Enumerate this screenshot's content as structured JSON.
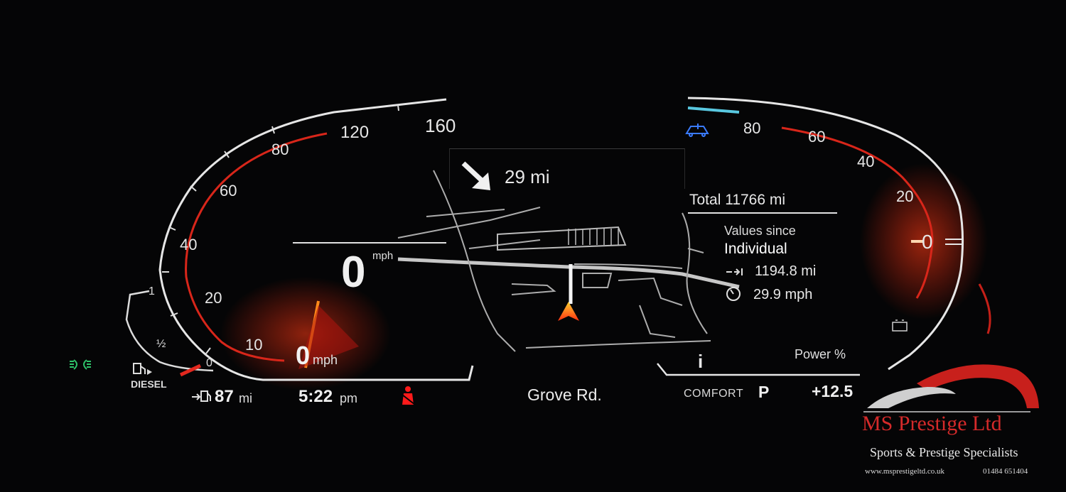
{
  "speedometer": {
    "tick_labels": [
      "10",
      "20",
      "40",
      "60",
      "80",
      "120",
      "160"
    ],
    "digital_speed": "0",
    "digital_speed_unit": "mph",
    "needle_speed": "0",
    "needle_speed_unit": "mph"
  },
  "navigation": {
    "turn_icon": "arrow-down-right-icon",
    "distance": "29 mi",
    "street": "Grove Rd."
  },
  "trip_computer": {
    "total": "Total 11766 mi",
    "values_since": "Values since",
    "mode": "Individual",
    "trip_distance": "1194.8 mi",
    "average_speed": "29.9 mph"
  },
  "power_gauge": {
    "tick_labels": [
      "80",
      "60",
      "40",
      "20",
      "0"
    ],
    "label": "Power %",
    "value": "+12.5"
  },
  "fuel_gauge": {
    "full": "1",
    "half": "½",
    "empty": "0",
    "fuel_type": "DIESEL",
    "range": "87",
    "range_unit": "mi"
  },
  "status_bar": {
    "time": "5:22",
    "time_suffix": "pm",
    "drive_mode": "COMFORT",
    "gear": "P",
    "info_icon": "i"
  },
  "colors": {
    "red_glow": "#ff2a14",
    "seatbelt": "#ff1a1a",
    "cruise_blue": "#3a7bff",
    "lights_green": "#2ec46a",
    "accent_cyan": "#59c8e0"
  },
  "branding": {
    "name": "MS Prestige Ltd",
    "tagline": "Sports & Prestige Specialists",
    "website": "www.msprestigeltd.co.uk",
    "phone": "01484 651404"
  }
}
